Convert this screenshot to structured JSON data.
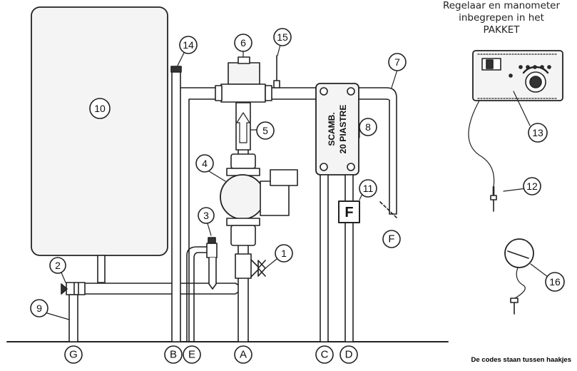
{
  "kit_caption": {
    "line1": "Regelaar en manometer",
    "line2": "inbegrepen in het",
    "line3": "PAKKET"
  },
  "footnote": "De codes staan tussen haakjes",
  "exchanger_label": {
    "line1": "SCAMB.",
    "line2": "20 PIASTRE"
  },
  "flow_meter_label": "F",
  "callouts": [
    "1",
    "2",
    "3",
    "4",
    "5",
    "6",
    "7",
    "8",
    "9",
    "10",
    "11",
    "12",
    "13",
    "14",
    "15",
    "16"
  ],
  "connectors": {
    "a": "A",
    "b": "B",
    "c": "C",
    "d": "D",
    "e": "E",
    "f": "F",
    "g": "G"
  }
}
